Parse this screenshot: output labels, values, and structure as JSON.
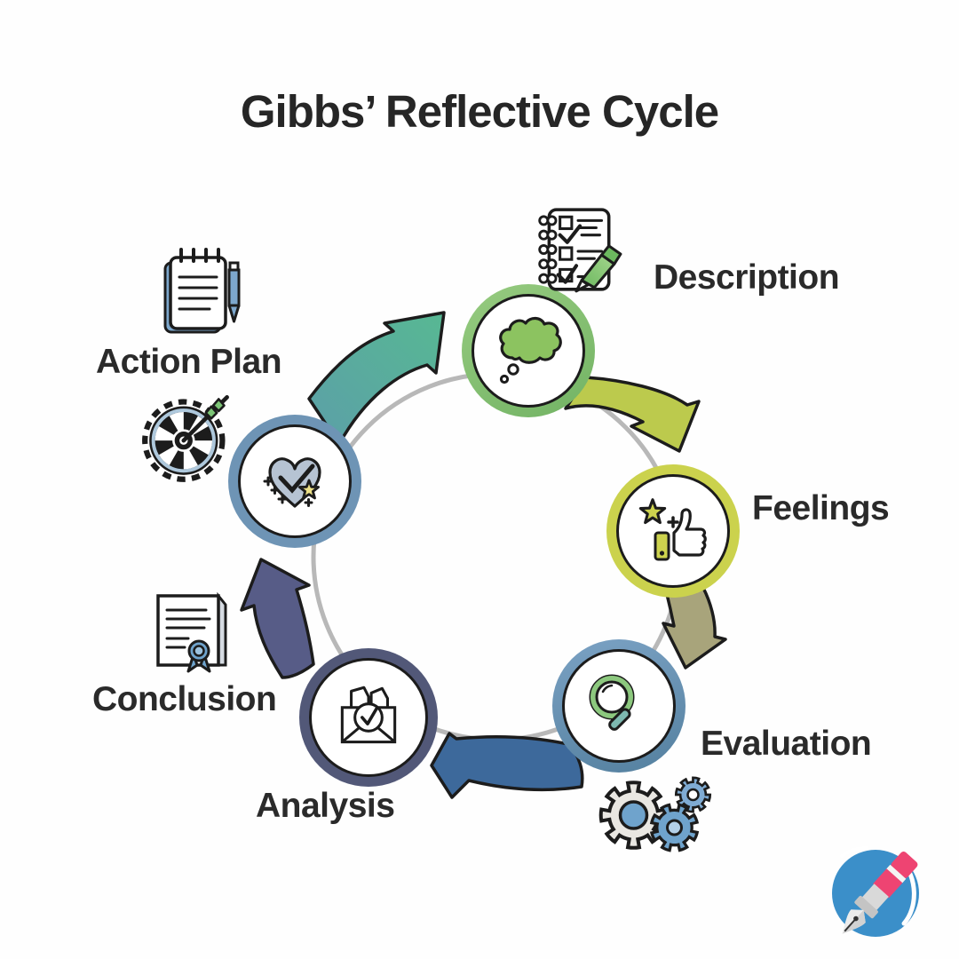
{
  "title": "Gibbs’ Reflective Cycle",
  "stages": [
    {
      "label": "Description",
      "node_icon": "thought-bubble-icon",
      "side_icons": [
        "checklist-notepad-icon"
      ]
    },
    {
      "label": "Feelings",
      "node_icon": "thumbs-up-icon",
      "side_icons": []
    },
    {
      "label": "Evaluation",
      "node_icon": "magnifying-glass-icon",
      "side_icons": [
        "gears-icon"
      ]
    },
    {
      "label": "Analysis",
      "node_icon": "envelope-check-icon",
      "side_icons": []
    },
    {
      "label": "Conclusion",
      "node_icon": null,
      "side_icons": [
        "certificate-icon"
      ]
    },
    {
      "label": "Action Plan",
      "node_icon": "heart-check-icon",
      "side_icons": [
        "notepad-pen-icon",
        "dartboard-icon"
      ]
    }
  ],
  "extra_icons": [
    "pen-logo-icon"
  ],
  "colors": {
    "background": "#fefefe",
    "text": "#262626",
    "track": "#b8b8b8",
    "outline": "#1c1c1c",
    "node_rings": {
      "description": "#87c272",
      "feelings": "#cbd24d",
      "evaluation": "#6d93b8",
      "analysis": "#525878",
      "action_plan": "#6e94b5"
    },
    "arrows": {
      "action_plan_to_description": "#55ab9b",
      "description_to_feelings": "#bcca4d",
      "feelings_to_evaluation": "#a8a47b",
      "evaluation_to_analysis": "#3d699b",
      "analysis_to_action_plan": "#575c87"
    },
    "logo": {
      "circle": "#3b8fc9",
      "accent": "#ee4472"
    }
  }
}
